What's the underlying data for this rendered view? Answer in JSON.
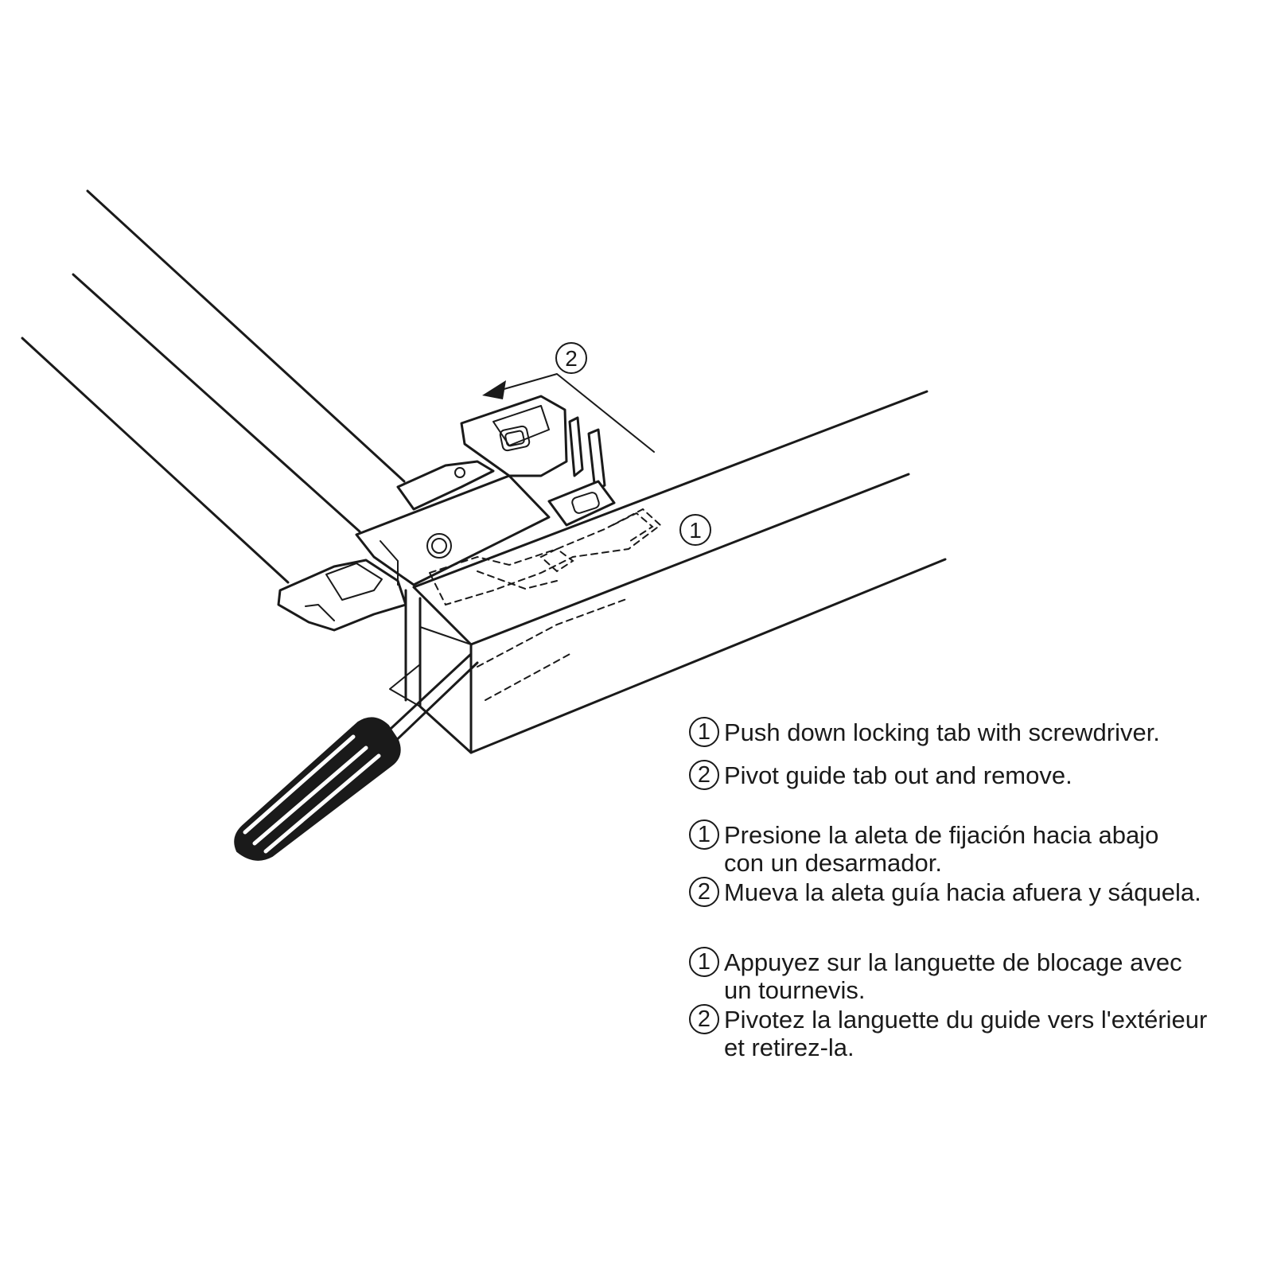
{
  "callouts": {
    "one": "1",
    "two": "2"
  },
  "instructions": {
    "english": [
      {
        "num": "1",
        "text": "Push down locking tab with screwdriver."
      },
      {
        "num": "2",
        "text": "Pivot guide tab out and remove."
      }
    ],
    "spanish": [
      {
        "num": "1",
        "text": "Presione la aleta de fijación hacia abajo\ncon un desarmador."
      },
      {
        "num": "2",
        "text": "Mueva la aleta guía hacia afuera y sáquela."
      }
    ],
    "french": [
      {
        "num": "1",
        "text": "Appuyez sur la languette de blocage avec\nun tournevis."
      },
      {
        "num": "2",
        "text": "Pivotez la languette du guide vers l'extérieur\net retirez-la."
      }
    ]
  }
}
